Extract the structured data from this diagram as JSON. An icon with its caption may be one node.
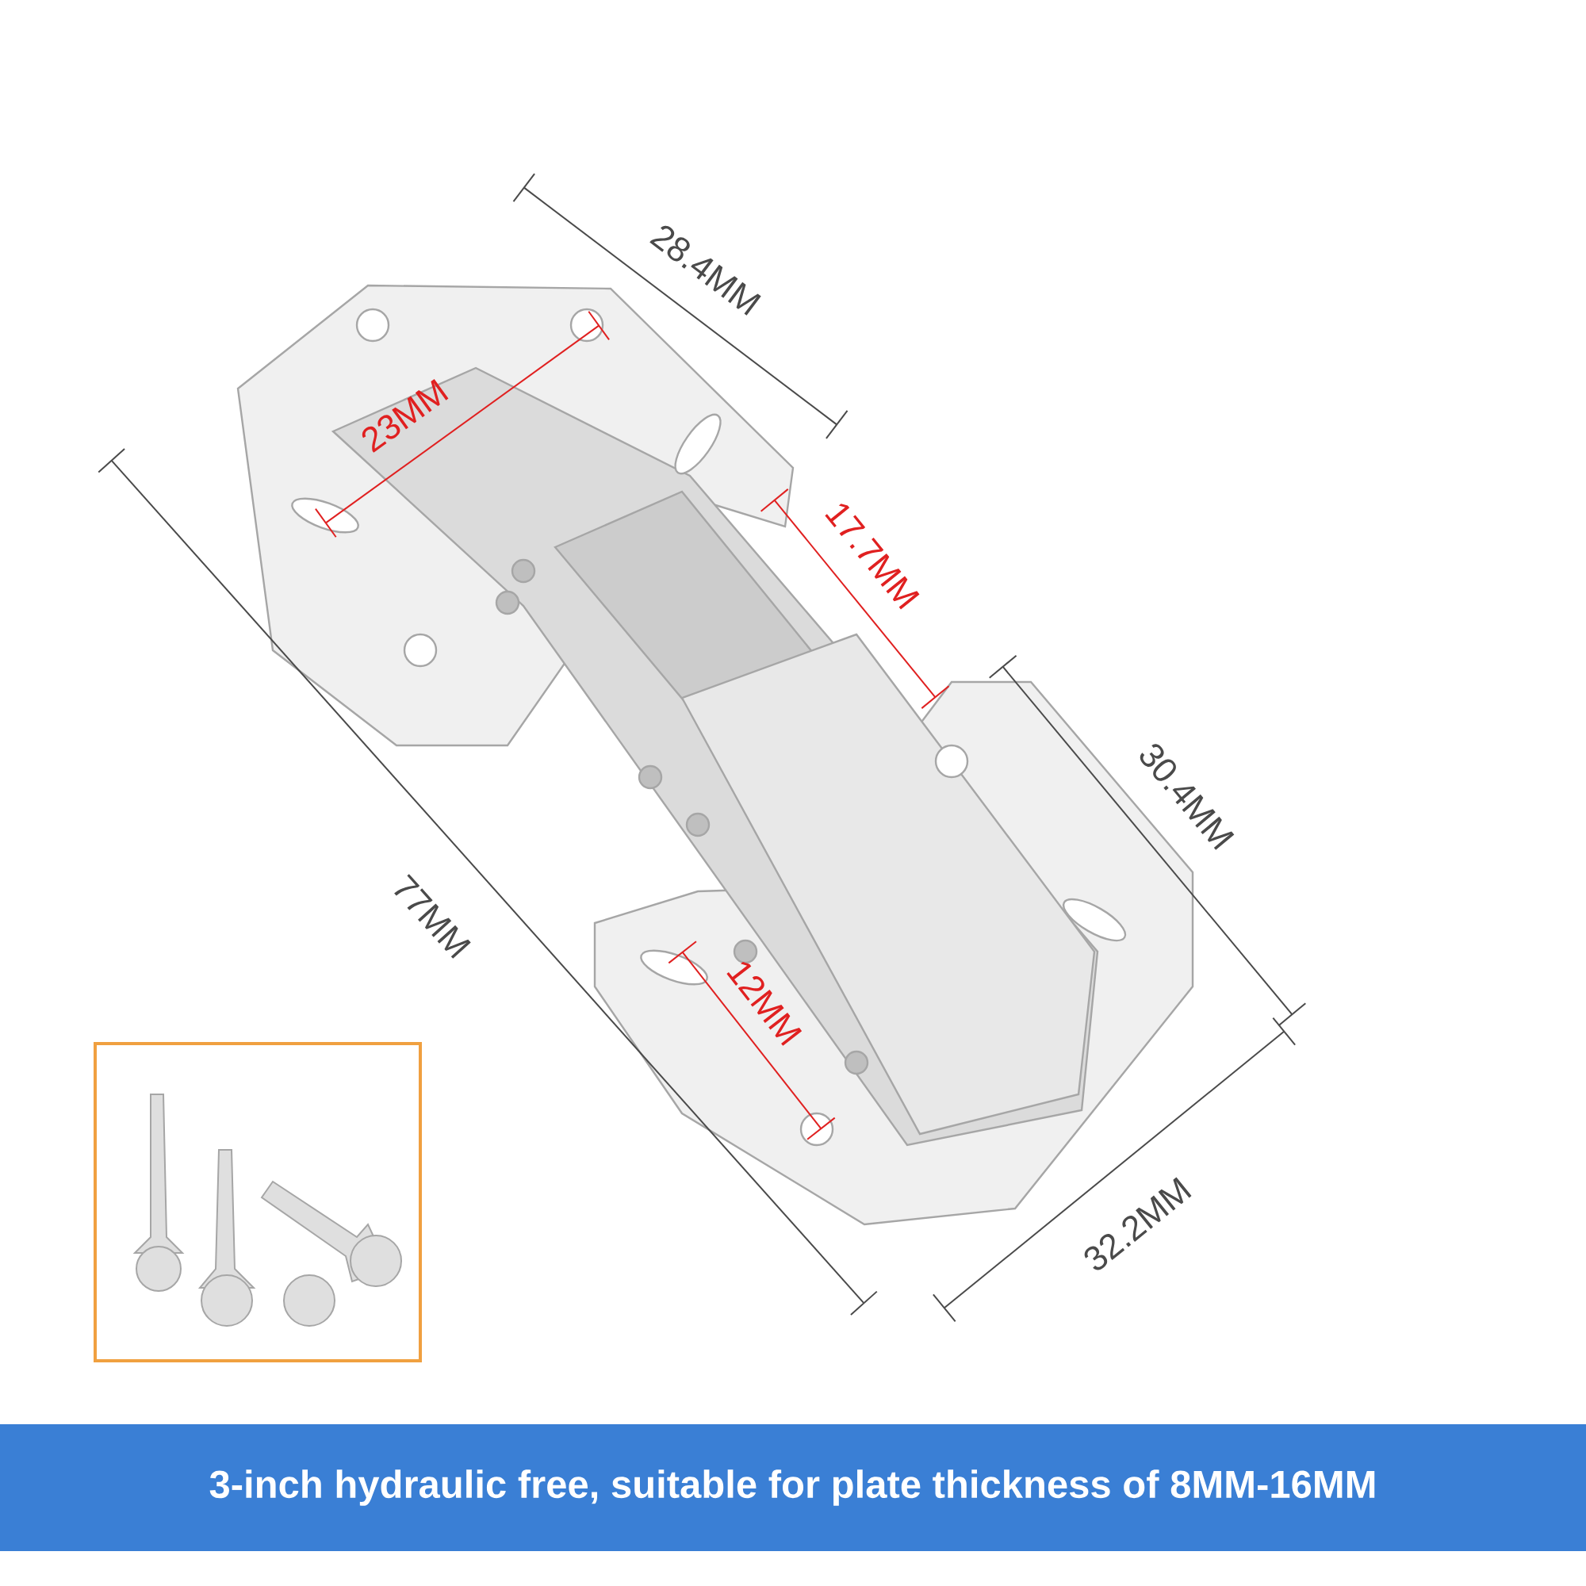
{
  "diagram": {
    "caption": "3-inch hydraulic free, suitable for plate thickness of 8MM-16MM",
    "labels": [
      "28.4MM",
      "23MM",
      "17.7MM",
      "30.4MM",
      "77MM",
      "12MM",
      "32.2MM"
    ]
  }
}
